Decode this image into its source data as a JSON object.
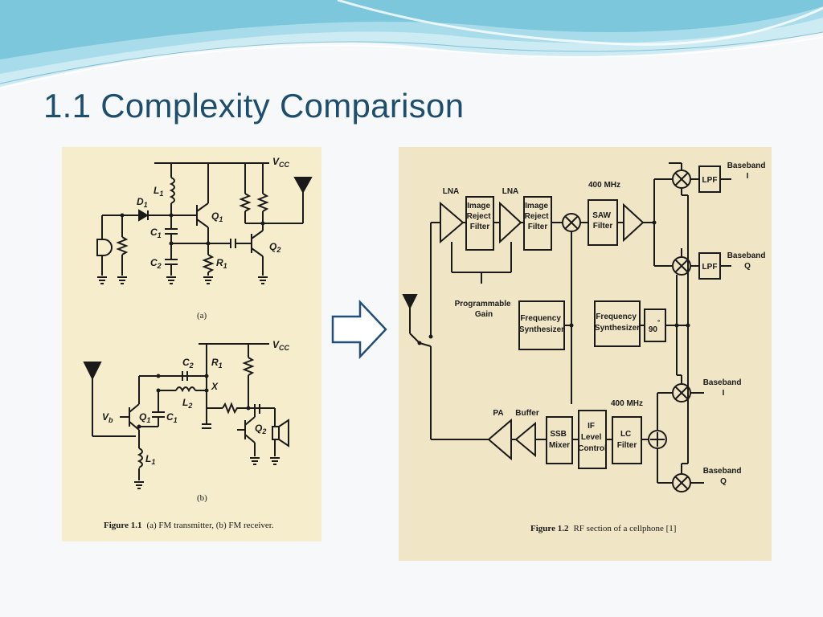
{
  "slide": {
    "title": "1.1 Complexity Comparison"
  },
  "colors": {
    "title": "#1e4e6e",
    "wave_light": "#bfe4ee",
    "wave_mid": "#7cc7dc",
    "scan_paper": "#f5edcb",
    "arrow_stroke": "#1f4f7a"
  },
  "figure_left": {
    "labels": {
      "vcc_a": "V",
      "vcc_sub": "CC",
      "l1": "L",
      "l1_sub": "1",
      "d1": "D",
      "d1_sub": "1",
      "q1": "Q",
      "q1_sub": "1",
      "c1": "C",
      "c1_sub": "1",
      "c2": "C",
      "c2_sub": "2",
      "r1": "R",
      "r1_sub": "1",
      "q2": "Q",
      "q2_sub": "2",
      "part_a": "(a)",
      "vcc_b": "V",
      "vcc_b_sub": "CC",
      "c2b": "C",
      "c2b_sub": "2",
      "r1b": "R",
      "r1b_sub": "1",
      "x_node": "X",
      "vb": "V",
      "vb_sub": "b",
      "q1b": "Q",
      "q1b_sub": "1",
      "c1b": "C",
      "c1b_sub": "1",
      "l2b": "L",
      "l2b_sub": "2",
      "q2b": "Q",
      "q2b_sub": "2",
      "l1b": "L",
      "l1b_sub": "1",
      "part_b": "(b)"
    },
    "caption_label": "Figure 1.1",
    "caption_text": "(a) FM transmitter, (b) FM receiver."
  },
  "figure_right": {
    "blocks": {
      "lna1": "LNA",
      "image_reject_1": [
        "Image",
        "Reject",
        "Filter"
      ],
      "lna2": "LNA",
      "image_reject_2": [
        "Image",
        "Reject",
        "Filter"
      ],
      "freq_400_top": "400 MHz",
      "saw": [
        "SAW",
        "Filter"
      ],
      "lpf_i": "LPF",
      "baseband_i_top": [
        "Baseband",
        "I"
      ],
      "lpf_q": "LPF",
      "baseband_q_top": [
        "Baseband",
        "Q"
      ],
      "prog_gain": [
        "Programmable",
        "Gain"
      ],
      "synth_1": [
        "Frequency",
        "Synthesizer"
      ],
      "synth_2": [
        "Frequency",
        "Synthesizer"
      ],
      "phase_90": "90",
      "phase_deg": "°",
      "baseband_i_bot": [
        "Baseband",
        "I"
      ],
      "pa": "PA",
      "buffer": "Buffer",
      "ssb": [
        "SSB",
        "Mixer"
      ],
      "if_level": [
        "IF",
        "Level",
        "Control"
      ],
      "freq_400_bot": "400 MHz",
      "lc": [
        "LC",
        "Filter"
      ],
      "baseband_q_bot": [
        "Baseband",
        "Q"
      ]
    },
    "caption_label": "Figure 1.2",
    "caption_text": "RF section of a cellphone [1]"
  }
}
